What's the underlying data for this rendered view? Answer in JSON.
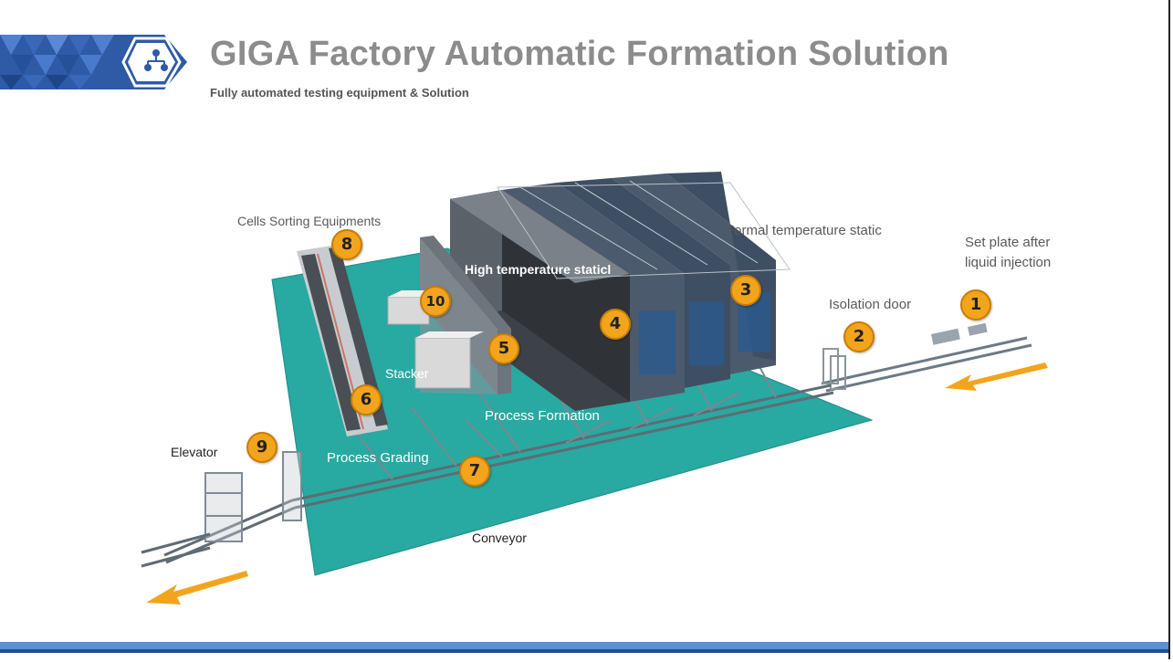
{
  "header": {
    "title": "GIGA Factory Automatic Formation Solution",
    "subtitle": "Fully automated testing equipment & Solution",
    "logo_icon": "org-chart-icon"
  },
  "colors": {
    "title": "#8c8c8c",
    "floor": "#28a9a1",
    "badge": "#f3a41d",
    "arrow": "#f3a41d",
    "banner": "#2e5aa6",
    "bottom_bar": "#5b8fd6"
  },
  "diagram": {
    "labels": {
      "cells_sorting": "Cells Sorting Equipments",
      "formal_temp": "Formal temperature static",
      "set_plate_1": "Set plate after",
      "set_plate_2": "liquid injection",
      "isolation_door": "Isolation door",
      "high_temp": "High temperature staticl",
      "stacker": "Stacker",
      "process_formation": "Process Formation",
      "process_grading": "Process Grading",
      "elevator": "Elevator",
      "conveyor": "Conveyor"
    },
    "badges": [
      "1",
      "2",
      "3",
      "4",
      "5",
      "6",
      "7",
      "8",
      "9",
      "10"
    ]
  }
}
